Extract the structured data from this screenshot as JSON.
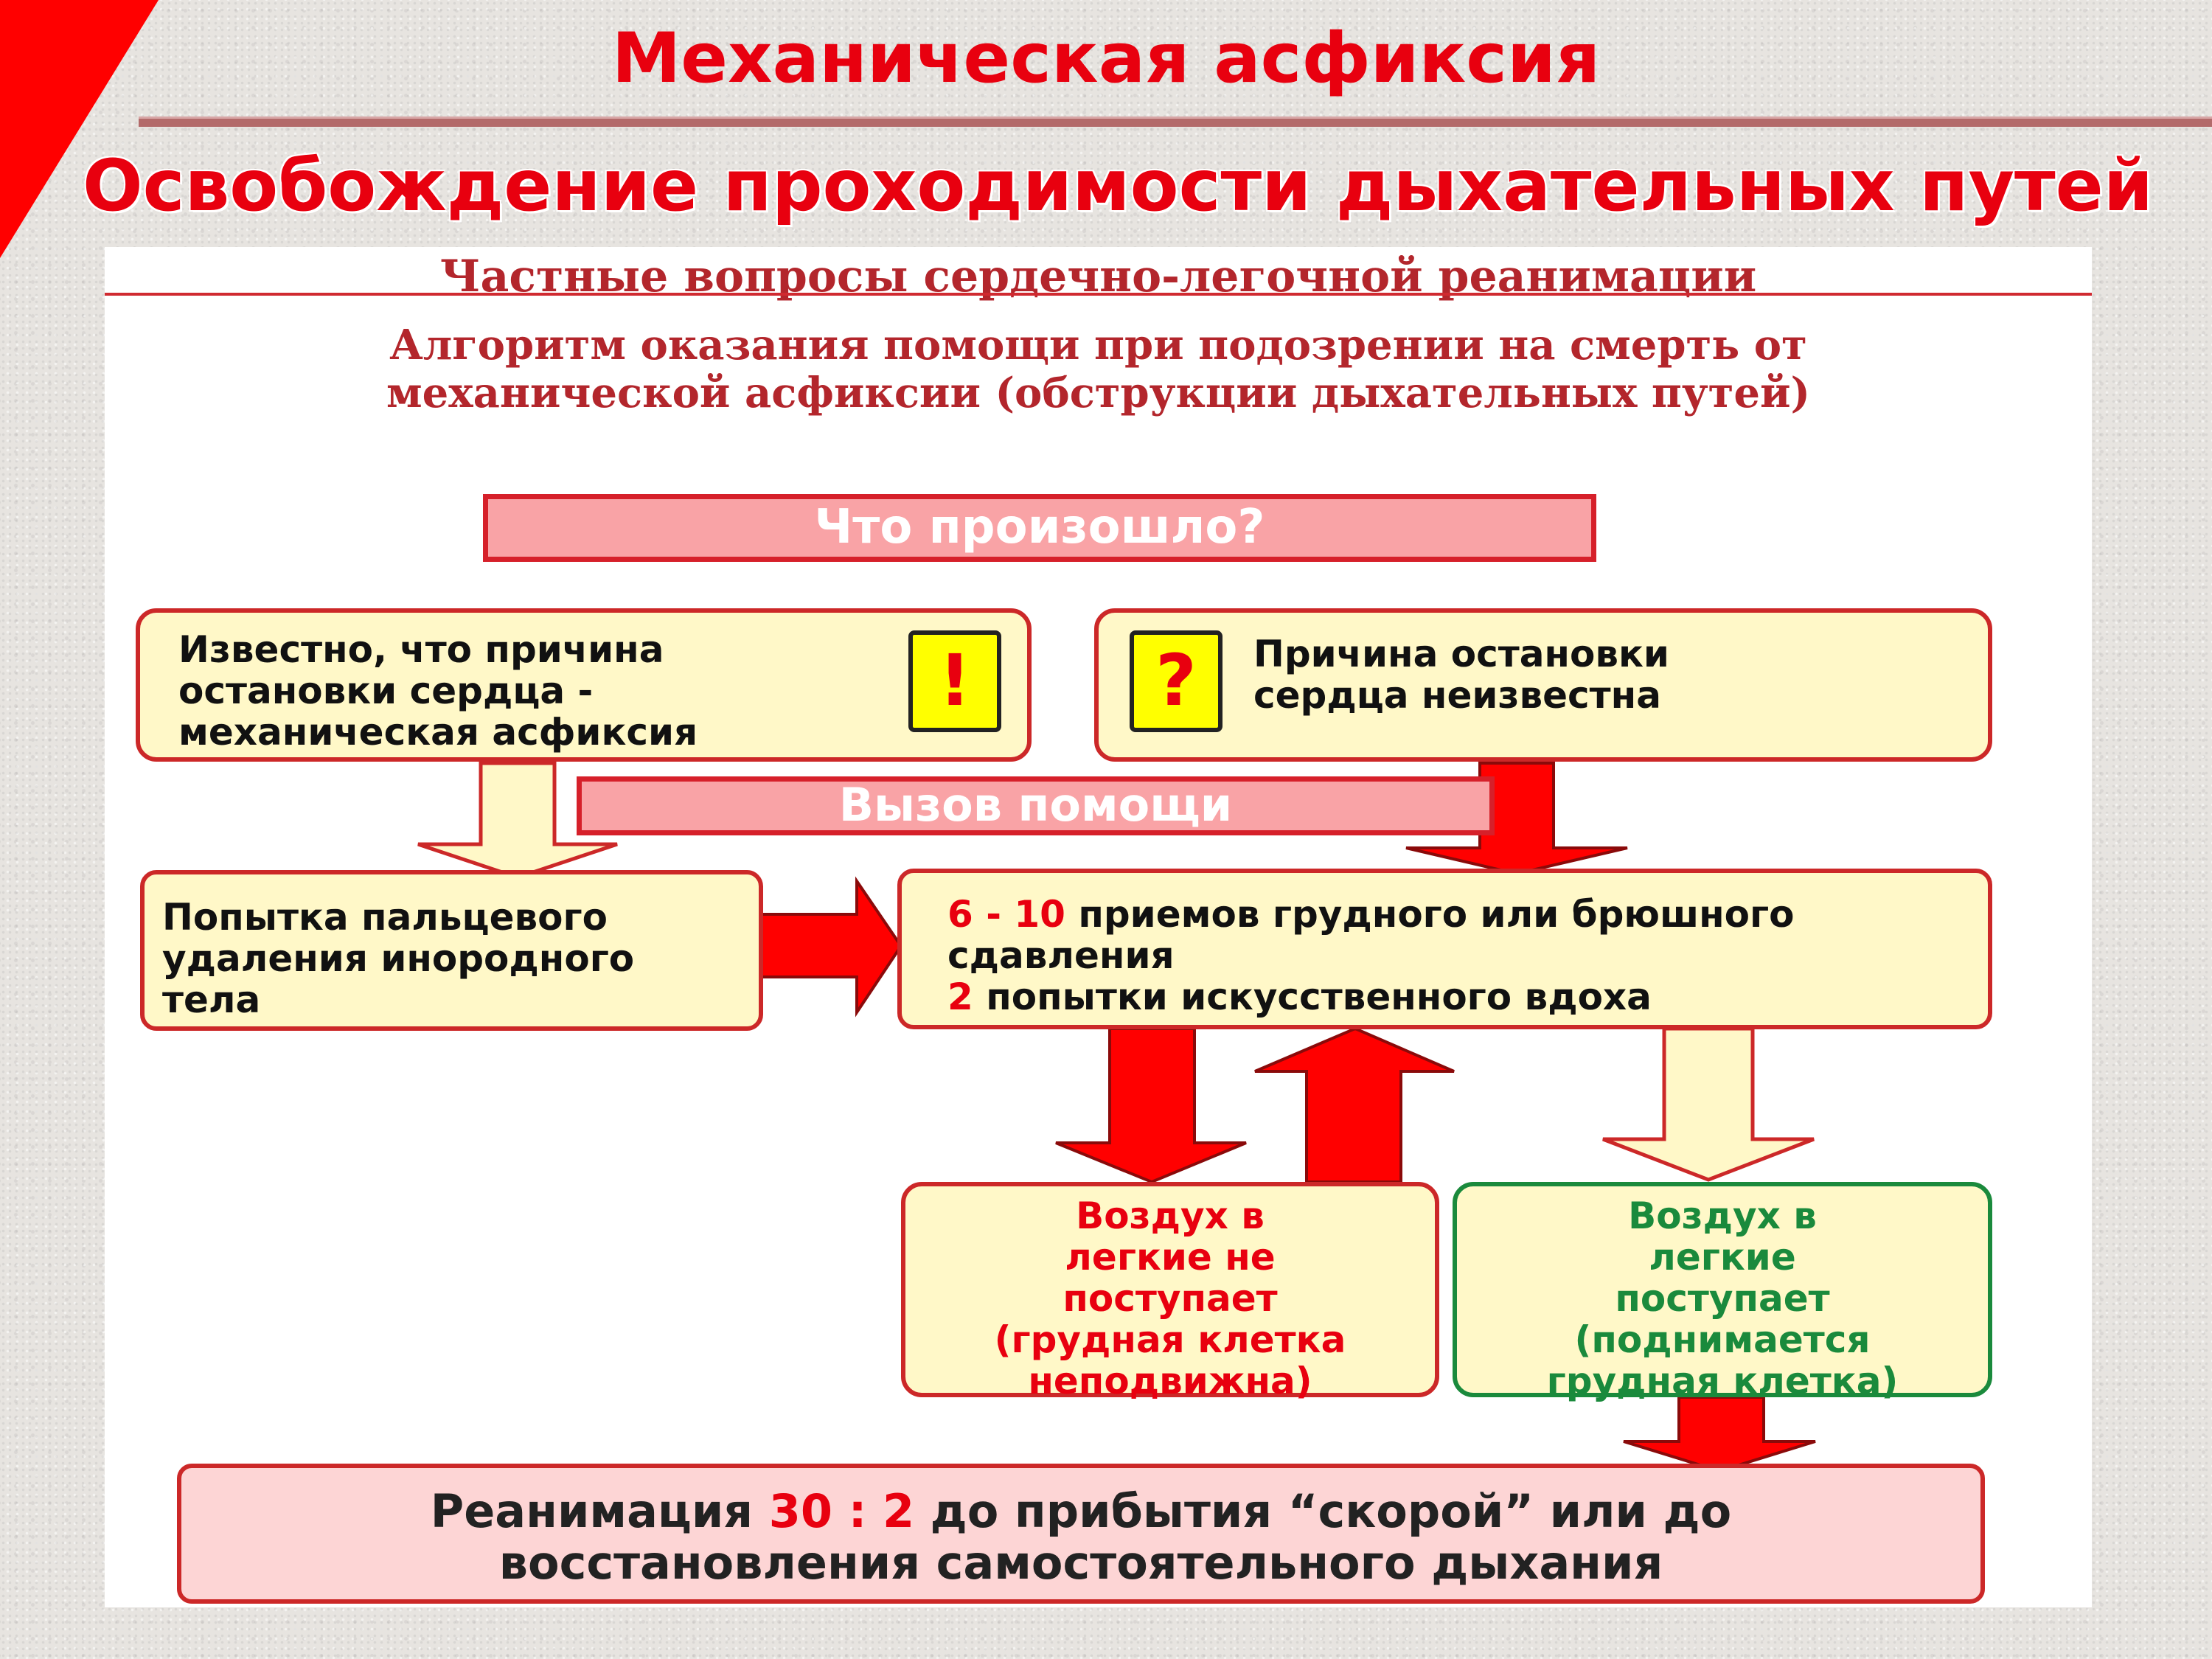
{
  "slide": {
    "title": "Механическая асфиксия",
    "subtitle": "Освобождение проходимости дыхательных путей"
  },
  "panel": {
    "heading": "Частные вопросы сердечно-легочной реанимации",
    "algorithm_line1": "Алгоритм оказания помощи при подозрении на смерть от",
    "algorithm_line2": "механической асфиксии (обструкции дыхательных путей)"
  },
  "flow": {
    "what_happened": "Что произошло?",
    "known_cause": [
      "Известно, что причина",
      "остановки сердца -",
      "механическая асфиксия"
    ],
    "known_symbol": "!",
    "unknown_cause": [
      "Причина остановки",
      "сердца неизвестна"
    ],
    "unknown_symbol": "?",
    "call_help": "Вызов помощи",
    "finger_removal": [
      "Попытка пальцевого",
      "удаления инородного",
      "тела"
    ],
    "compressions": {
      "line1_num": "6 - 10",
      "line1_text": " приемов грудного или брюшного",
      "line2_text": "сдавления",
      "line3_num": "2",
      "line3_text": " попытки искусственного вдоха"
    },
    "air_not_entering": [
      "Воздух в",
      "легкие не",
      "поступает",
      "(грудная клетка",
      "неподвижна)"
    ],
    "air_entering": [
      "Воздух в",
      "легкие",
      "поступает",
      "(поднимается",
      "грудная клетка)"
    ],
    "resuscitation": {
      "pre": "Реанимация ",
      "ratio": "30 : 2",
      "post": " до прибытия “скорой” или до",
      "line2": "восстановления самостоятельного дыхания"
    }
  },
  "colors": {
    "accent_red": "#e8000f",
    "box_fill": "#fff8c8",
    "bar_fill": "#f9a3a6",
    "green_border": "#1a8a3c"
  }
}
